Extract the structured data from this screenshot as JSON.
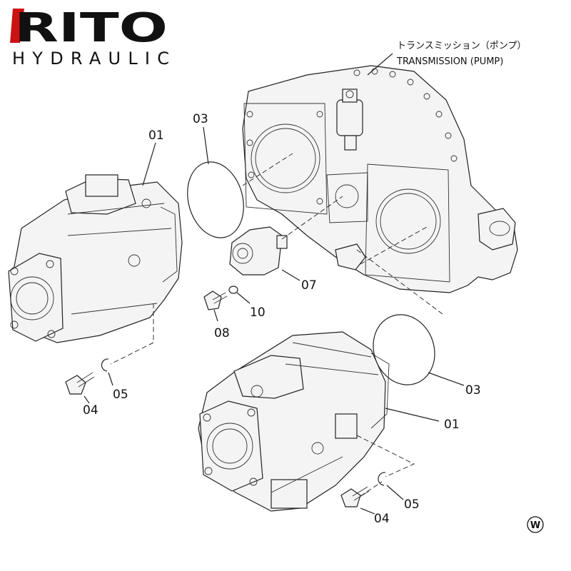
{
  "brand": {
    "logo_text": "RITO",
    "logo_subtext": "HYDRAULIC",
    "accent_color": "#cc1111"
  },
  "diagram": {
    "title_jp": "トランスミッション（ポンプ）",
    "title_en": "TRANSMISSION (PUMP)",
    "labels": {
      "p01_upper": "01",
      "p03_upper": "03",
      "p07": "07",
      "p08": "08",
      "p10": "10",
      "p04_left": "04",
      "p05_left": "05",
      "p03_lower": "03",
      "p01_lower": "01",
      "p05_right": "05",
      "p04_right": "04"
    },
    "corner_mark": "W"
  }
}
